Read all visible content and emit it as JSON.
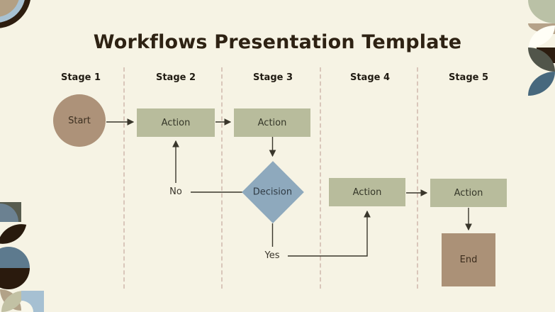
{
  "slide": {
    "title": "Workflows Presentation Template"
  },
  "stages": [
    "Stage 1",
    "Stage 2",
    "Stage 3",
    "Stage 4",
    "Stage 5"
  ],
  "flowchart": {
    "start": "Start",
    "actions": [
      "Action",
      "Action",
      "Action",
      "Action"
    ],
    "decision": "Decision",
    "end": "End",
    "no_label": "No",
    "yes_label": "Yes"
  },
  "colors": {
    "background": "#f6f3e4",
    "title_text": "#2e2213",
    "action_box": "#b8bc9c",
    "start_circle": "#ad9279",
    "decision_diamond": "#8ea9bd",
    "end_box": "#ab9177",
    "connector": "#39362b",
    "stage_divider": "#d9c6ba",
    "decor_dark_brown": "#2d1d0f",
    "decor_light_blue": "#a8c2d3",
    "decor_tan": "#b3a084",
    "decor_sage": "#bac1a6",
    "decor_olive": "#51554a",
    "decor_steel_blue": "#47687d"
  }
}
